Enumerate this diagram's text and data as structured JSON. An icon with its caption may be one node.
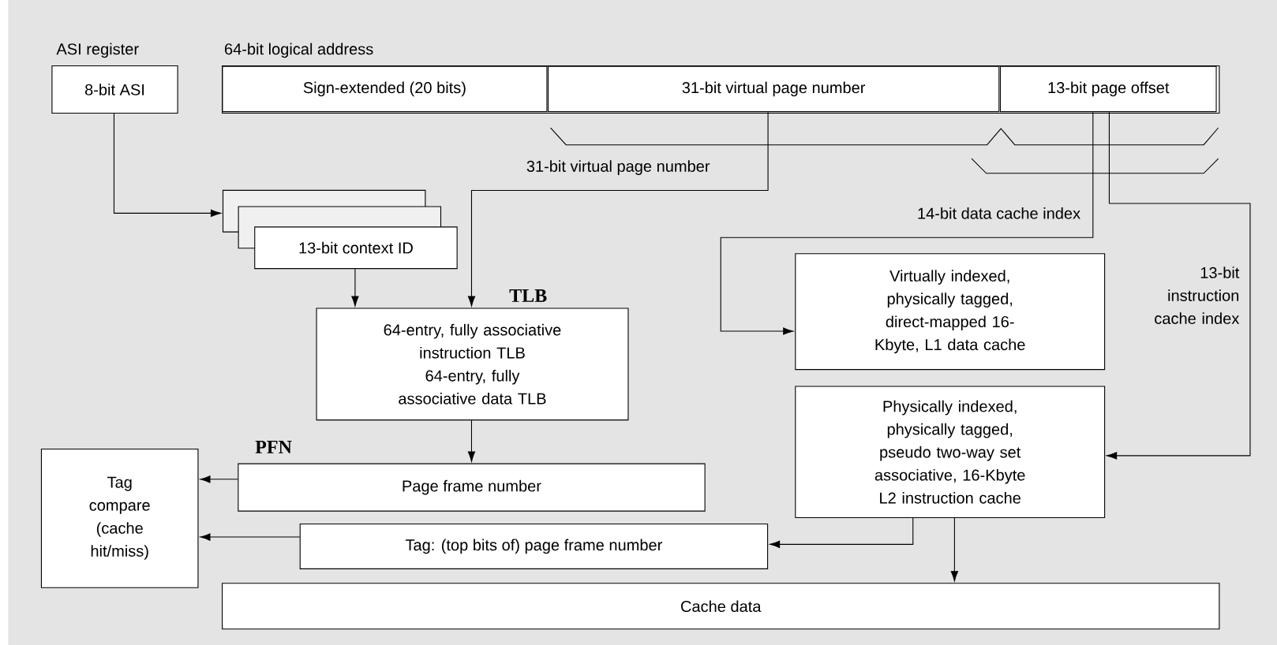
{
  "diagram": {
    "nodes": [
      {
        "text": [
          "ASI register",
          "8-bit ASI"
        ]
      },
      {
        "text": [
          "64-bit logical address"
        ]
      },
      {
        "text": [
          "Sign-extended (20 bits)"
        ],
        "in": 1
      },
      {
        "text": [
          "31-bit virtual page number"
        ],
        "in": 1
      },
      {
        "text": [
          "13-bit page offset"
        ],
        "in": 1
      },
      {
        "text": [
          "13-bit context ID"
        ]
      },
      {
        "text": [
          "TLB",
          "64-entry, fully associative instruction TLB",
          "64-entry, fully associative data TLB"
        ]
      },
      {
        "text": [
          "Virtually indexed, physically tagged, direct-mapped 16-Kbyte, L1 data cache"
        ]
      },
      {
        "text": [
          "Physically indexed, physically tagged, pseudo two-way set associative, 16-Kbyte L2 instruction cache"
        ]
      },
      {
        "text": [
          "PFN",
          "Page frame number"
        ]
      },
      {
        "text": [
          "Tag compare (cache hit/miss)"
        ]
      },
      {
        "text": [
          "Tag: (top bits of) page frame number"
        ]
      },
      {
        "text": [
          "Cache data"
        ]
      }
    ],
    "edges": [
      {
        "from": 0,
        "to": 5,
        "arrow": "to"
      },
      {
        "from": 5,
        "to": 6,
        "arrow": "to"
      },
      {
        "from": 3,
        "to": 6,
        "arrow": "to",
        "label": "31-bit virtual page number"
      },
      {
        "from": 4,
        "to": 7,
        "arrow": "to",
        "label": "14-bit data cache index"
      },
      {
        "from": 4,
        "to": 8,
        "arrow": "to",
        "label": "13-bit instruction cache index"
      },
      {
        "from": 6,
        "to": 9,
        "arrow": "to"
      },
      {
        "from": 9,
        "to": 10,
        "arrow": "to"
      },
      {
        "from": 11,
        "to": 10,
        "arrow": "to"
      },
      {
        "from": 8,
        "to": 11,
        "arrow": "to"
      },
      {
        "from": 8,
        "to": 12,
        "arrow": "to"
      }
    ]
  }
}
